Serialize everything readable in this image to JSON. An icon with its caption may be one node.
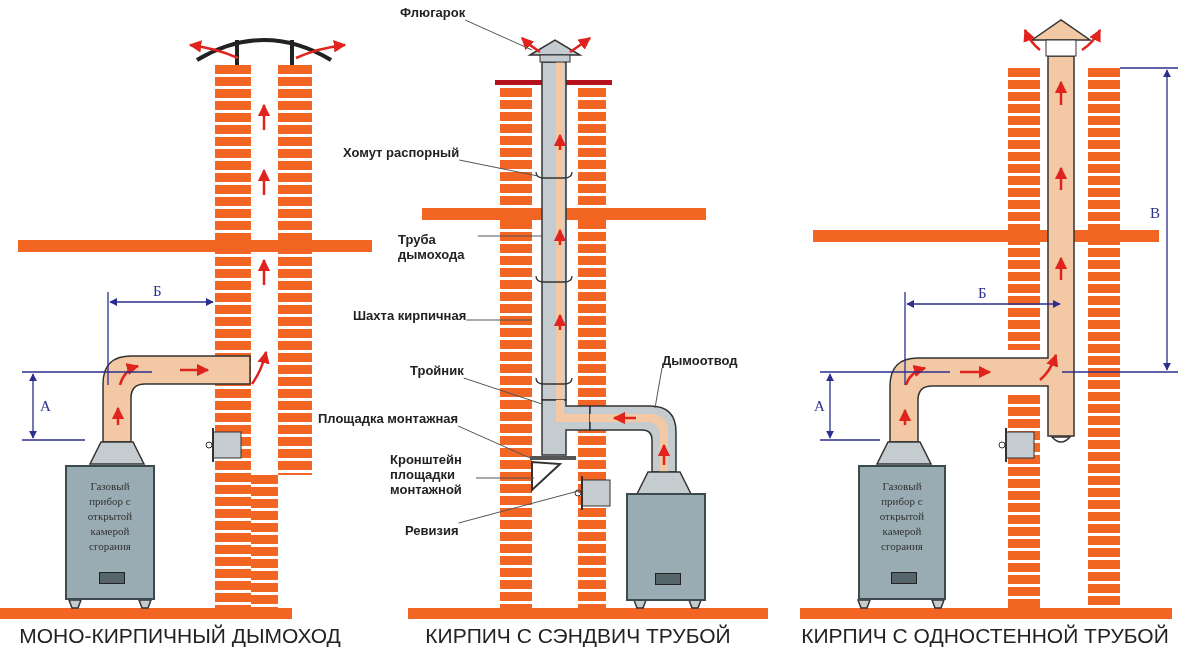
{
  "diagram": {
    "nodes": [
      {
        "text": [
          "Газовый прибор с открытой камерой сгорания"
        ]
      },
      {
        "text": [
          "Газовый прибор с открытой камерой сгорания"
        ]
      },
      {
        "text": [
          "Флюгарок"
        ]
      },
      {
        "text": [
          "Хомут распорный"
        ]
      },
      {
        "text": [
          "Труба дымохода"
        ]
      },
      {
        "text": [
          "Шахта кирпичная"
        ]
      },
      {
        "text": [
          "Тройник"
        ]
      },
      {
        "text": [
          "Площадка монтажная"
        ]
      },
      {
        "text": [
          "Кронштейн площадки монтажной"
        ]
      },
      {
        "text": [
          "Ревизия"
        ]
      },
      {
        "text": [
          "Дымоотвод"
        ]
      },
      {
        "text": [],
        "shape": "picture"
      },
      {
        "text": [],
        "shape": "picture"
      },
      {
        "text": [],
        "shape": "picture"
      },
      {
        "text": [],
        "shape": "picture"
      },
      {
        "text": [],
        "shape": "picture"
      },
      {
        "text": [],
        "shape": "bar"
      },
      {
        "text": [],
        "shape": "picture"
      },
      {
        "text": [],
        "shape": "box"
      },
      {
        "text": [],
        "shape": "picture"
      },
      {
        "text": [],
        "shape": "box"
      },
      {
        "text": [],
        "shape": "box"
      },
      {
        "text": [],
        "shape": "box"
      }
    ],
    "edges": [
      {
        "from": 2,
        "to": 11,
        "arrow": "none"
      },
      {
        "from": 3,
        "to": 12,
        "arrow": "none"
      },
      {
        "from": 4,
        "to": 13,
        "arrow": "none"
      },
      {
        "from": 5,
        "to": 14,
        "arrow": "none"
      },
      {
        "from": 6,
        "to": 15,
        "arrow": "none"
      },
      {
        "from": 7,
        "to": 16,
        "arrow": "none"
      },
      {
        "from": 8,
        "to": 17,
        "arrow": "none"
      },
      {
        "from": 9,
        "to": 18,
        "arrow": "none"
      },
      {
        "from": 10,
        "to": 19,
        "arrow": "none"
      }
    ],
    "labels": [
      "Б",
      "А",
      "МОНО-КИРПИЧНЫЙ ДЫМОХОД",
      "КИРПИЧ С СЭНДВИЧ ТРУБОЙ",
      "В",
      "Б",
      "А",
      "КИРПИЧ С ОДНОСТЕННОЙ ТРУБОЙ"
    ]
  }
}
